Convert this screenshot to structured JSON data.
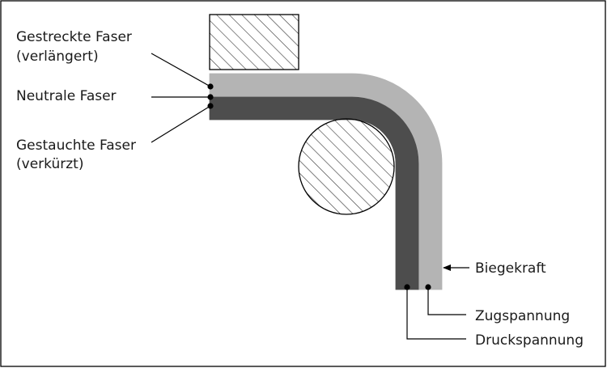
{
  "labels": {
    "stretched_fiber": [
      "Gestreckte Faser",
      "(verlängert)"
    ],
    "neutral_fiber": "Neutrale Faser",
    "compressed_fiber": [
      "Gestauchte Faser",
      "(verkürzt)"
    ],
    "bending_force": "Biegekraft",
    "tensile_stress": "Zugspannung",
    "compressive_stress": "Druckspannung"
  },
  "colors": {
    "outer_layer": "#b4b4b4",
    "inner_layer": "#4d4d4d",
    "outline": "#000000",
    "hatch": "#333333"
  }
}
